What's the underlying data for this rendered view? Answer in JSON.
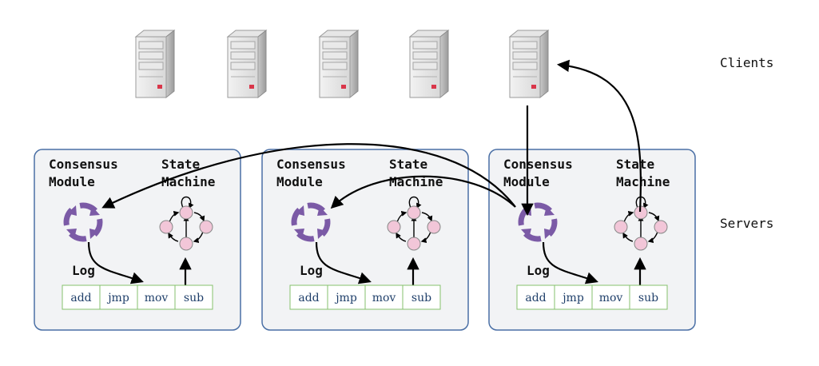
{
  "labels": {
    "clients": "Clients",
    "servers": "Servers"
  },
  "server": {
    "consensus_line1": "Consensus",
    "consensus_line2": "Module",
    "state_line1": "State",
    "state_line2": "Machine",
    "log_label": "Log",
    "log_entries": [
      "add",
      "jmp",
      "mov",
      "sub"
    ]
  },
  "clients": {
    "count": 5
  },
  "servers": {
    "count": 3
  },
  "colors": {
    "panel_border": "#4a6fa5",
    "panel_fill": "#f2f3f5",
    "cycle_icon": "#7b5aa6",
    "state_node": "#f2c6d8",
    "log_border": "#86c06c",
    "log_text": "#1f3f6a",
    "arrow": "#000000"
  }
}
